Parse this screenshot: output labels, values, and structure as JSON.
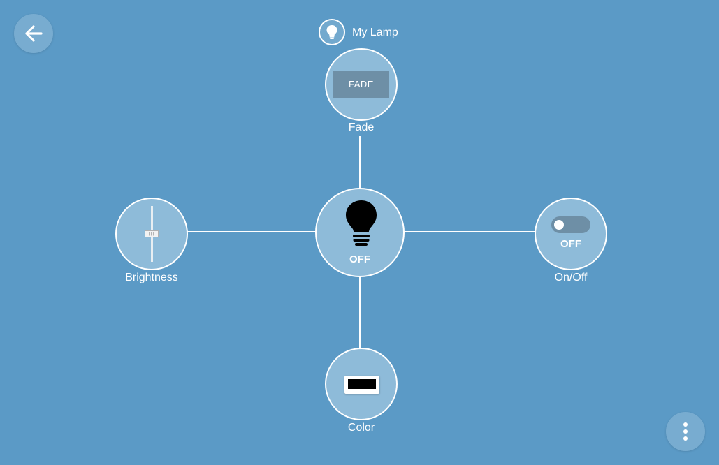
{
  "device": {
    "name": "My Lamp",
    "icon": "lightbulb-icon",
    "state": "OFF"
  },
  "nodes": {
    "fade": {
      "label": "Fade",
      "button_label": "FADE"
    },
    "brightness": {
      "label": "Brightness",
      "level": 0.5
    },
    "onoff": {
      "label": "On/Off",
      "state": "OFF",
      "on": false
    },
    "color": {
      "label": "Color",
      "value": "#000000"
    }
  },
  "controls": {
    "back_icon": "arrow-left-icon",
    "menu_icon": "more-vertical-icon"
  },
  "colors": {
    "background": "#5b9ac6",
    "node_fill": "#8ebbd9",
    "accent": "#6e8fa6",
    "line": "#ffffff"
  }
}
